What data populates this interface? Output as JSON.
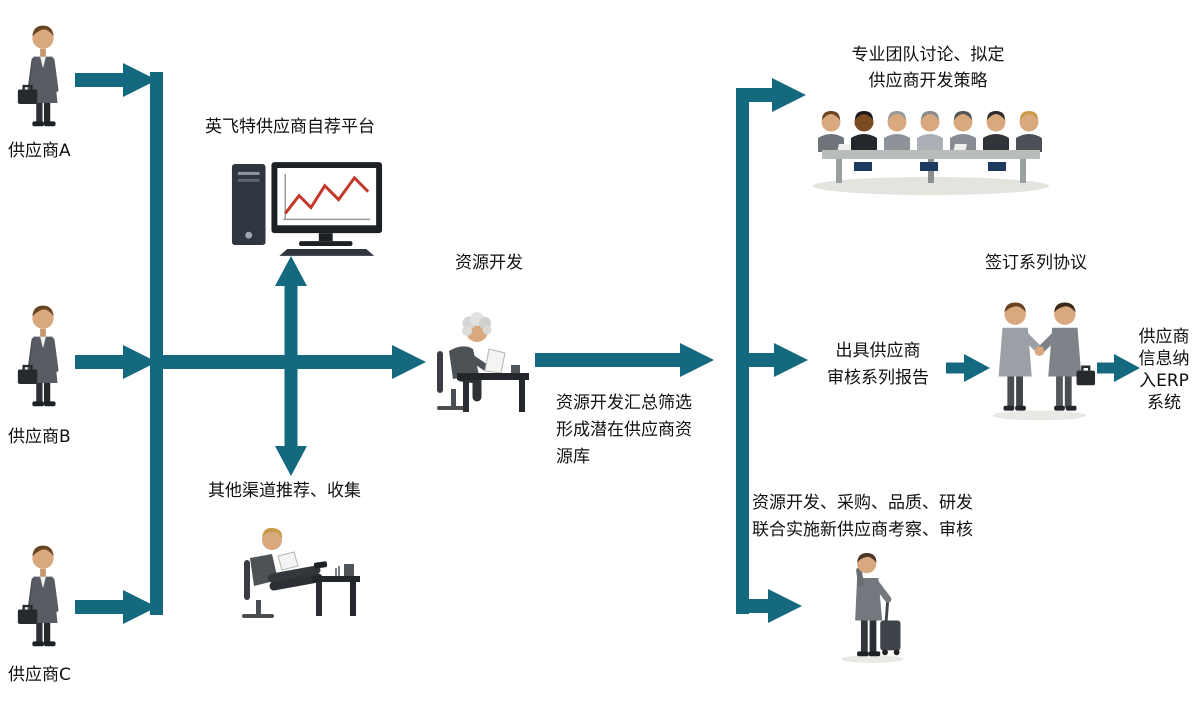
{
  "diagram": {
    "arrow_color": "#15697f",
    "supplier_a": "供应商A",
    "supplier_b": "供应商B",
    "supplier_c": "供应商C",
    "platform": "英飞特供应商自荐平台",
    "other_channels": "其他渠道推荐、收集",
    "resource_dev": "资源开发",
    "pool_note_lines": [
      "资源开发汇总筛选",
      "形成潜在供应商资",
      "源库"
    ],
    "team_strategy_lines": [
      "专业团队讨论、拟定",
      "供应商开发策略"
    ],
    "audit_report_lines": [
      "出具供应商",
      "审核系列报告"
    ],
    "agreements": "签订系列协议",
    "erp_lines": [
      "供应商",
      "信息纳",
      "入ERP",
      "系统"
    ],
    "joint_audit_lines": [
      "资源开发、采购、品质、研发",
      "联合实施新供应商考察、审核"
    ]
  },
  "icons": {
    "supplier_figure": "businessman-with-briefcase",
    "platform_icon": "desktop-computer-with-chart",
    "resource_dev_icon": "person-working-at-desk",
    "other_channels_icon": "person-relaxing-feet-on-desk",
    "team_icon": "meeting-around-table",
    "agreements_icon": "two-people-handshake",
    "audit_icon": "traveler-with-suitcase"
  }
}
